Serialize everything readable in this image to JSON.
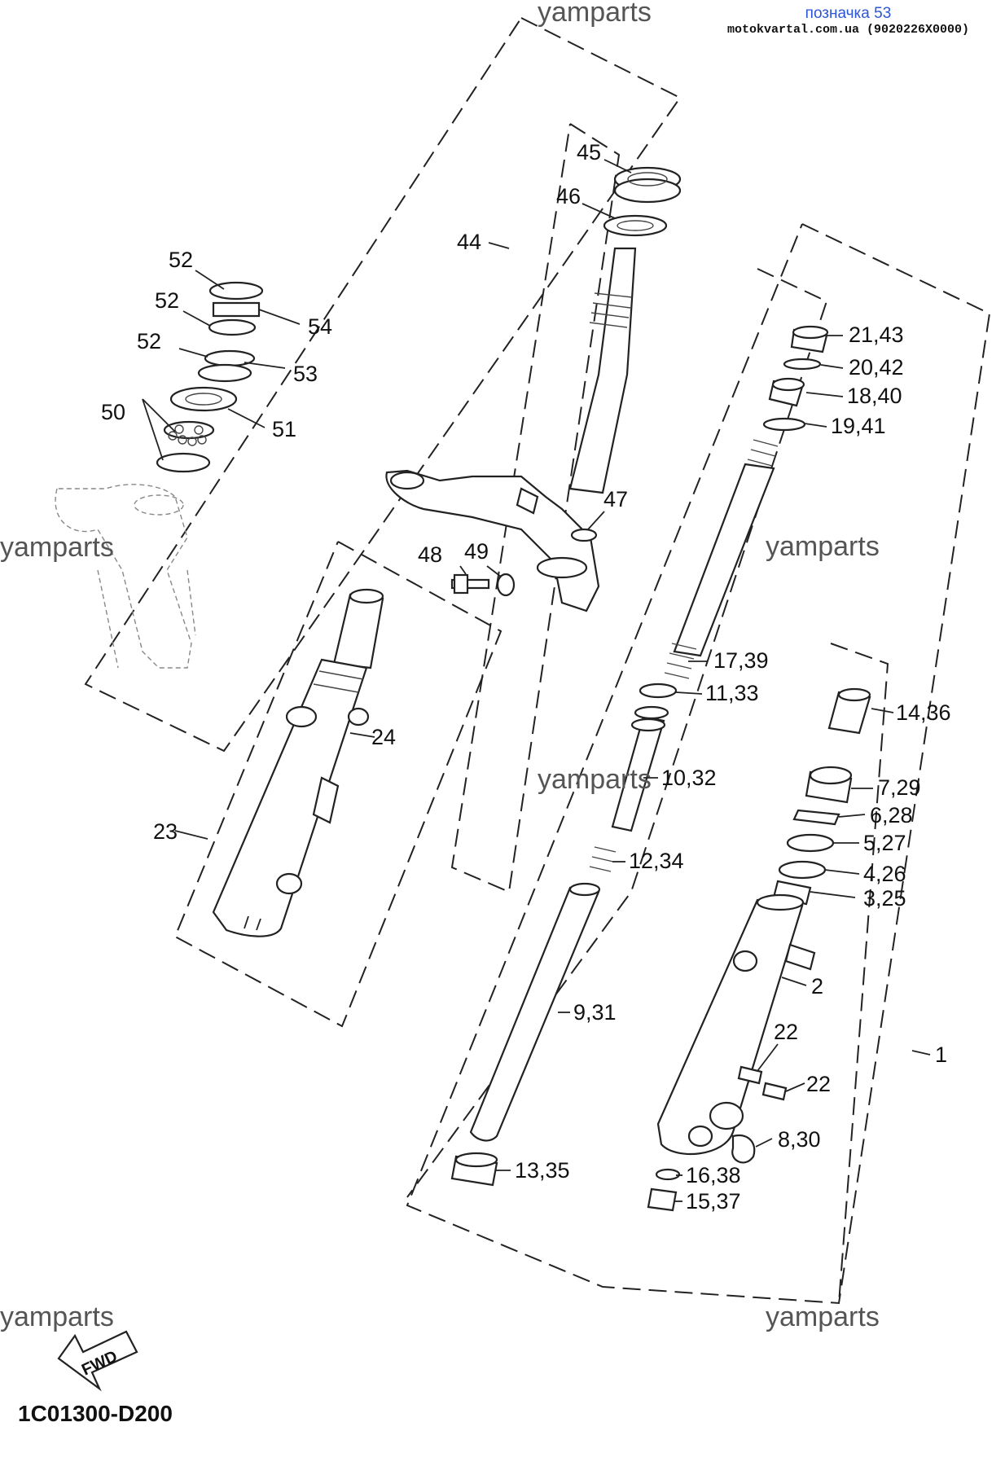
{
  "header": {
    "tag": "позначка 53",
    "source": "motokvartal.com.ua (9020226X0000)"
  },
  "watermark": "yamparts",
  "diagram_code": "1C01300-D200",
  "fwd_label": "FWD",
  "callouts": {
    "c45": "45",
    "c46": "46",
    "c44": "44",
    "c47": "47",
    "c48": "48",
    "c49": "49",
    "c52a": "52",
    "c52b": "52",
    "c52c": "52",
    "c54": "54",
    "c53": "53",
    "c50": "50",
    "c51": "51",
    "c24": "24",
    "c23": "23",
    "c21_43": "21,43",
    "c20_42": "20,42",
    "c18_40": "18,40",
    "c19_41": "19,41",
    "c17_39": "17,39",
    "c11_33": "11,33",
    "c10_32": "10,32",
    "c12_34": "12,34",
    "c9_31": "9,31",
    "c13_35": "13,35",
    "c14_36": "14,36",
    "c7_29": "7,29",
    "c6_28": "6,28",
    "c5_27": "5,27",
    "c4_26": "4,26",
    "c3_25": "3,25",
    "c2": "2",
    "c1": "1",
    "c22a": "22",
    "c22b": "22",
    "c8_30": "8,30",
    "c16_38": "16,38",
    "c15_37": "15,37"
  }
}
